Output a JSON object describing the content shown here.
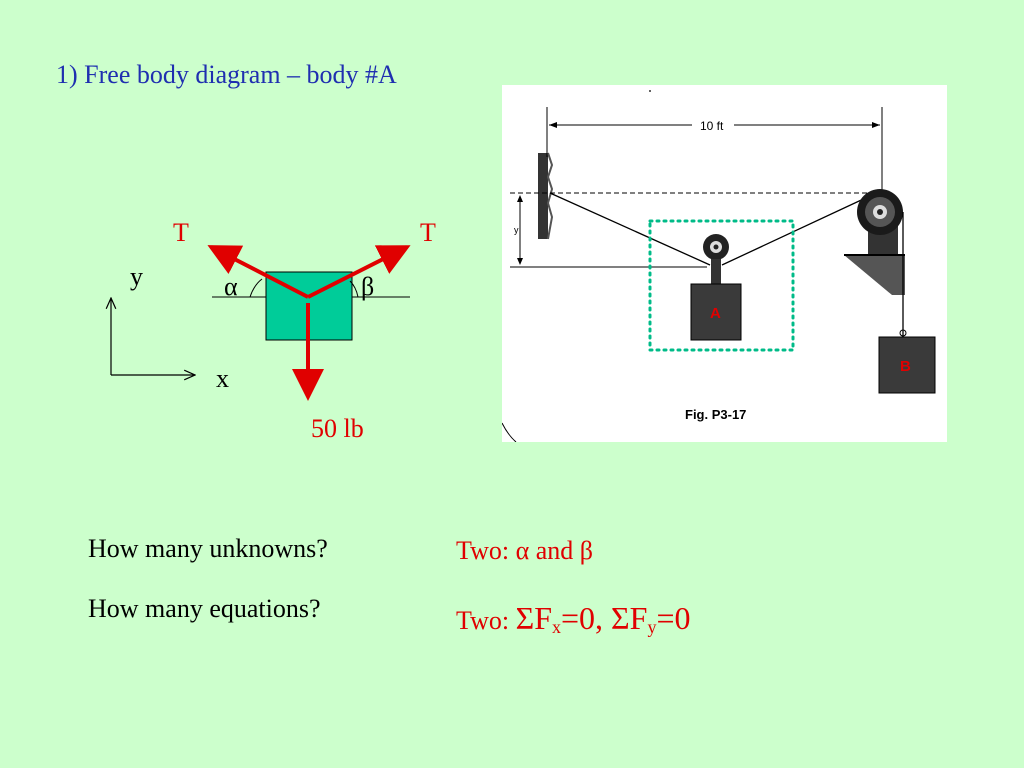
{
  "title": "1) Free body diagram – body #A",
  "fbd": {
    "tension_left_label": "T",
    "tension_right_label": "T",
    "angle_left_symbol": "α",
    "angle_right_symbol": "β",
    "weight_label": "50 lb",
    "axis_y_label": "y",
    "axis_x_label": "x"
  },
  "figure": {
    "dimension_label": "10 ft",
    "y_label": "y",
    "block_a_label": "A",
    "block_b_label": "B",
    "caption": "Fig. P3-17"
  },
  "questions": [
    {
      "question": "How many unknowns?",
      "answer_prefix": "Two: ",
      "alpha": "α",
      "and_text": " and ",
      "beta": "β"
    },
    {
      "question": "How many equations?",
      "answer_prefix": "Two: ",
      "sum1": "ΣF",
      "sub1": "x",
      "eq1": "=0, ",
      "sum2": "ΣF",
      "sub2": "y",
      "eq2": "=0"
    }
  ],
  "colors": {
    "background": "#ccffcc",
    "title": "#1f2fb0",
    "force_arrow": "#e00000",
    "block_fill": "#00cc99",
    "selection_dots": "#00bb88"
  }
}
